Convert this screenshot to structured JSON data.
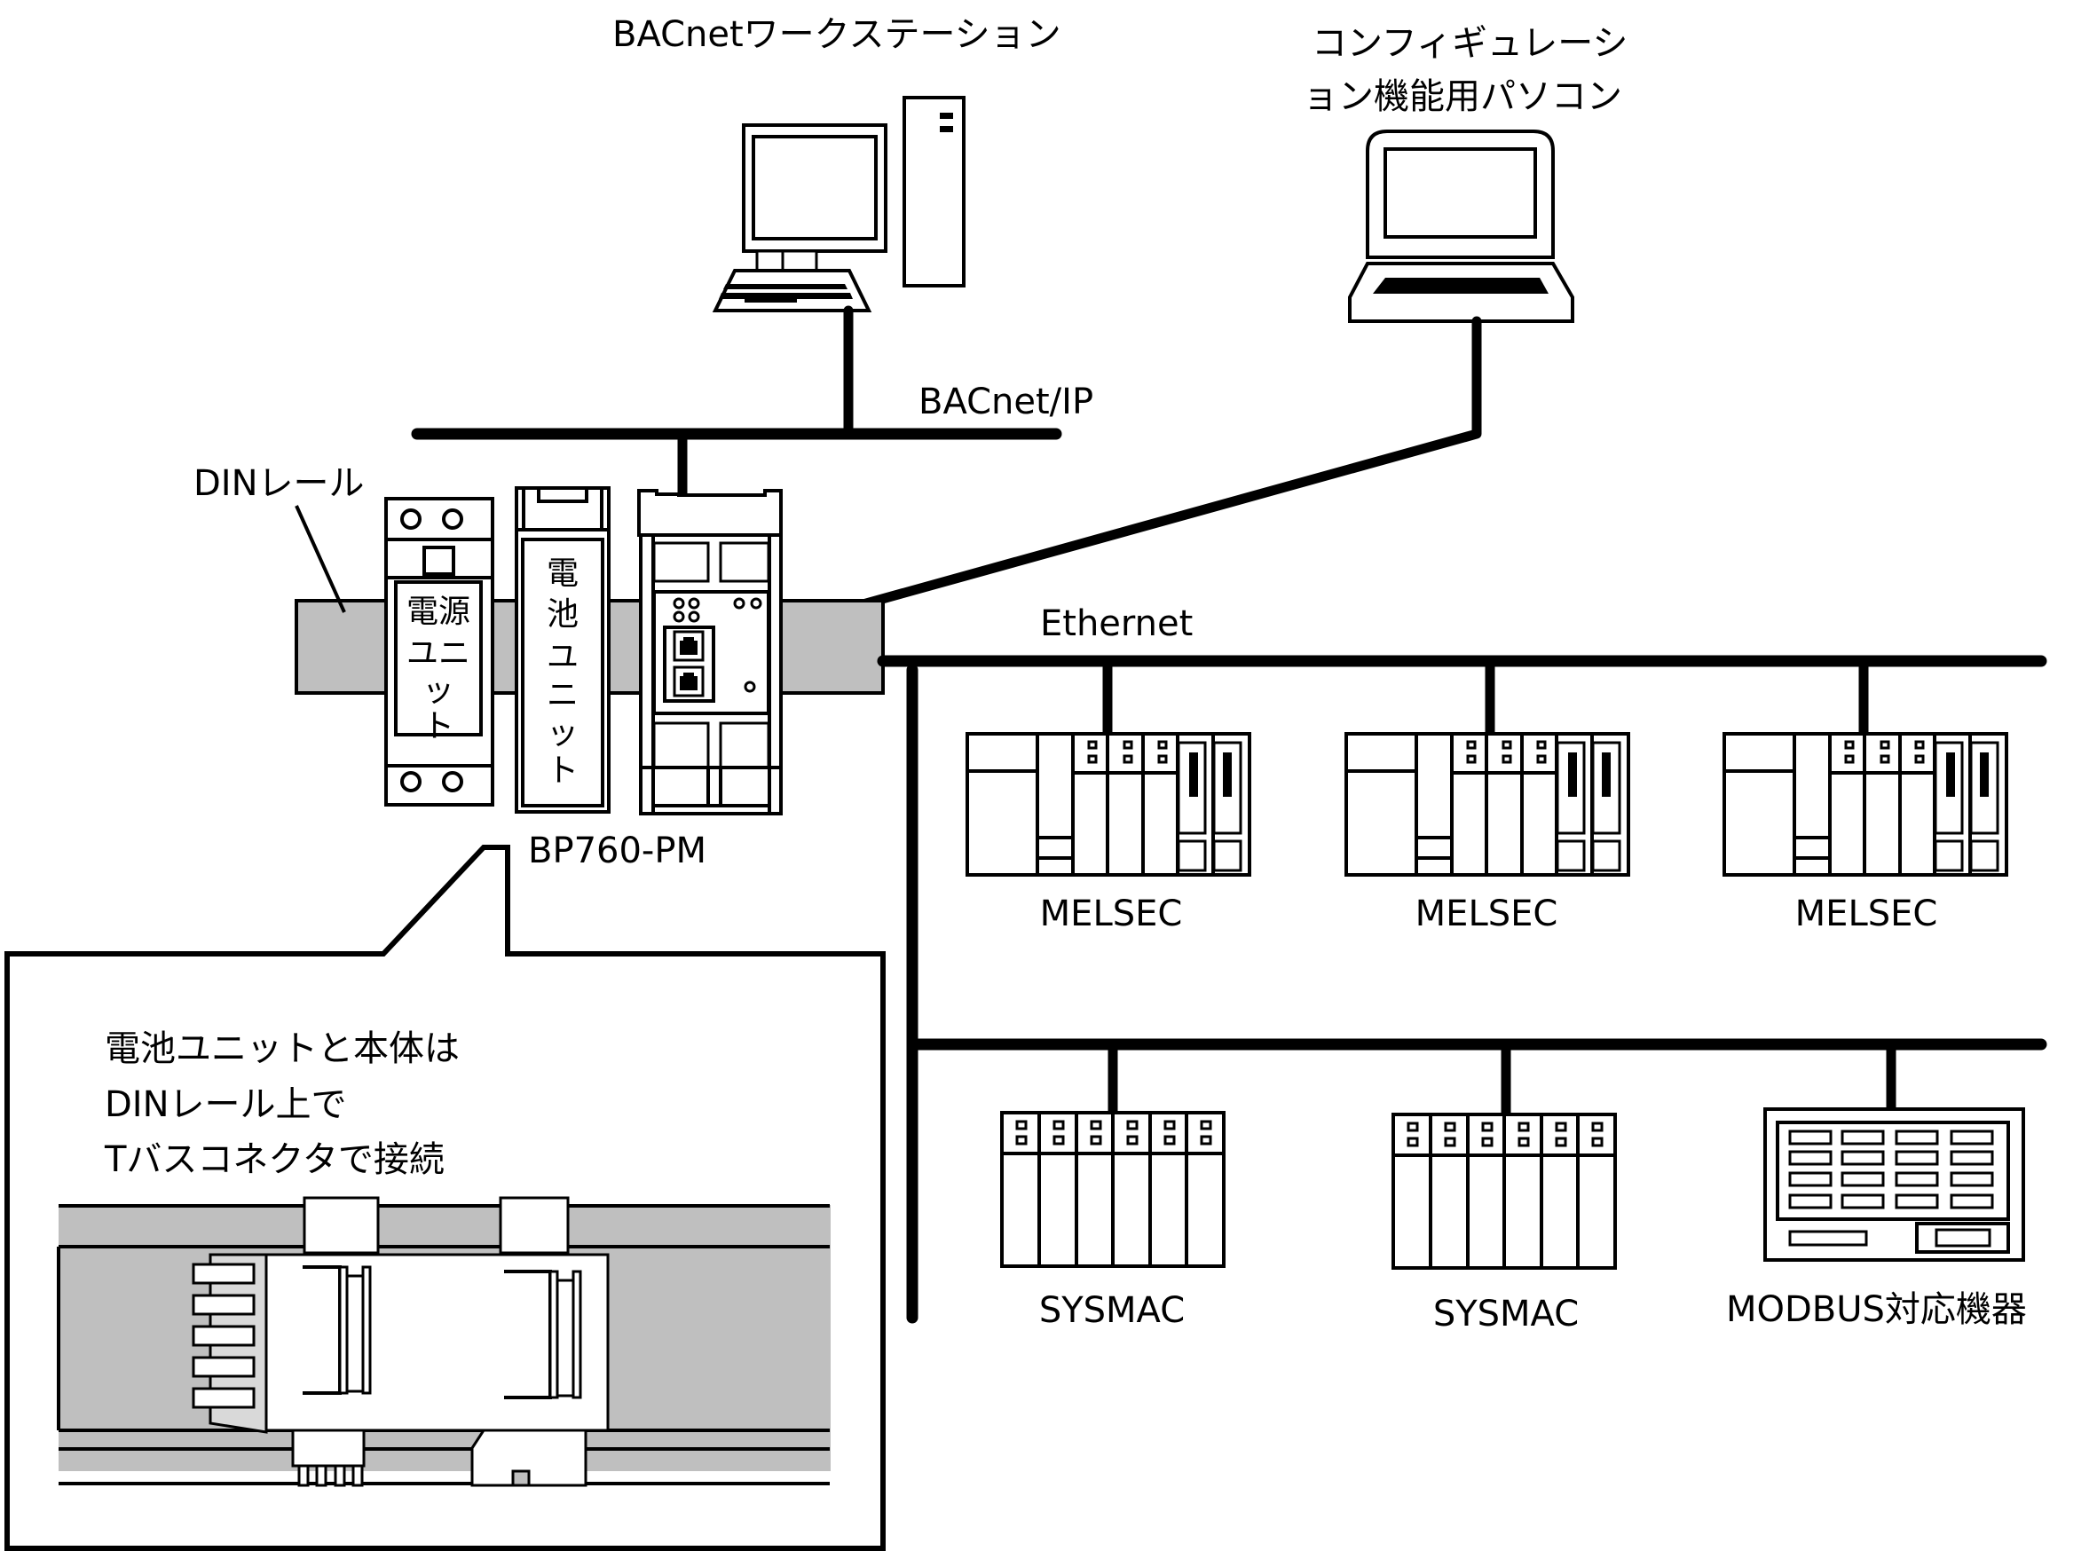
{
  "diagram": {
    "title": "BP760-PM network configuration",
    "colors": {
      "line": "#000000",
      "background": "#ffffff",
      "rail_fill": "#bfbfbf",
      "connector_shadow": "#d9d9d9"
    },
    "networks": {
      "bacnet_ip": {
        "label": "BACnet/IP"
      },
      "ethernet": {
        "label": "Ethernet"
      }
    },
    "nodes": {
      "workstation": {
        "label": "BACnetワークステーション",
        "icon": "desktop-computer-icon"
      },
      "config_pc": {
        "label_line1": "コンフィギュレーシ",
        "label_line2": "ョン機能用パソコン",
        "icon": "laptop-computer-icon"
      },
      "din_rail": {
        "label": "DINレール"
      },
      "power_unit": {
        "chars": [
          "電源",
          "ユニ",
          "ッ",
          "ト"
        ]
      },
      "battery_unit": {
        "chars": [
          "電",
          "池",
          "ユ",
          "ニ",
          "ッ",
          "ト"
        ]
      },
      "gateway": {
        "label": "BP760-PM"
      },
      "melsec": [
        {
          "label": "MELSEC"
        },
        {
          "label": "MELSEC"
        },
        {
          "label": "MELSEC"
        }
      ],
      "sysmac": [
        {
          "label": "SYSMAC"
        },
        {
          "label": "SYSMAC"
        }
      ],
      "modbus": {
        "label": "MODBUS対応機器"
      }
    },
    "callout": {
      "lines": [
        "電池ユニットと本体は",
        "DINレール上で",
        "Tバスコネクタで接続"
      ],
      "illustration": "t-bus-connector-on-din-rail"
    }
  }
}
